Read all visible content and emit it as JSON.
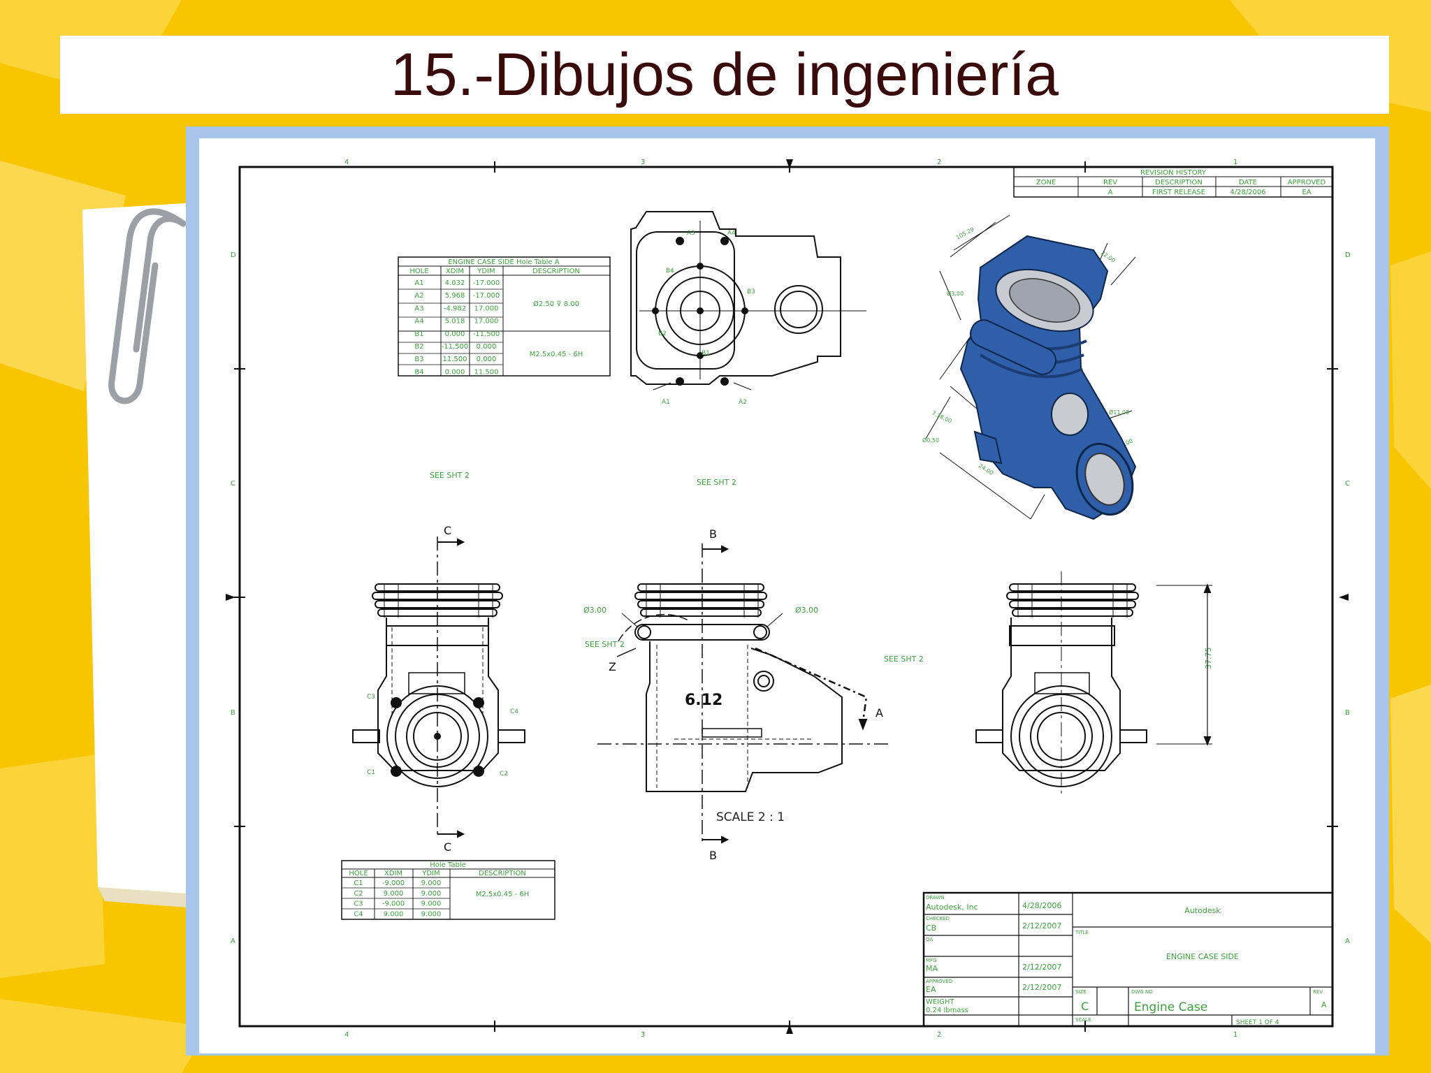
{
  "slide": {
    "title": "15.-Dibujos de ingeniería"
  },
  "colors": {
    "background": "#f7c600",
    "title_text": "#3a0b0b",
    "frame": "#a8c6ec",
    "table_text": "#3f9e3f",
    "part_blue": "#2f5fa8"
  },
  "icons": {
    "paperclip": "paperclip-icon"
  },
  "drawing": {
    "border_cols": [
      "4",
      "3",
      "2",
      "1"
    ],
    "border_rows": [
      "D",
      "C",
      "B",
      "A"
    ],
    "revision_history": {
      "title": "REVISION HISTORY",
      "headers": [
        "ZONE",
        "REV",
        "DESCRIPTION",
        "DATE",
        "APPROVED"
      ],
      "row": [
        "",
        "A",
        "FIRST RELEASE",
        "4/28/2006",
        "EA"
      ]
    },
    "hole_table_a": {
      "title": "ENGINE CASE SIDE Hole Table A",
      "headers": [
        "HOLE",
        "XDIM",
        "YDIM",
        "DESCRIPTION"
      ],
      "rows": [
        [
          "A1",
          "4.032",
          "-17.000"
        ],
        [
          "A2",
          "5.968",
          "-17.000"
        ],
        [
          "A3",
          "-4.982",
          "17.000"
        ],
        [
          "A4",
          "5.018",
          "17.000"
        ],
        [
          "B1",
          "0.000",
          "-11.500"
        ],
        [
          "B2",
          "-11.500",
          "0.000"
        ],
        [
          "B3",
          "11.500",
          "0.000"
        ],
        [
          "B4",
          "0.000",
          "11.500"
        ]
      ],
      "desc_a": "Ø2.50 ⊽ 8.00",
      "desc_b": "M2.5x0.45 - 6H"
    },
    "hole_table": {
      "title": "Hole Table",
      "headers": [
        "HOLE",
        "XDIM",
        "YDIM",
        "DESCRIPTION"
      ],
      "rows": [
        [
          "C1",
          "-9.000",
          "9.000"
        ],
        [
          "C2",
          "9.000",
          "9.000"
        ],
        [
          "C3",
          "-9.000",
          "9.000"
        ],
        [
          "C4",
          "9.000",
          "9.000"
        ]
      ],
      "desc": "M2.5x0.45 - 6H"
    },
    "notes": {
      "see_sht_1": "SEE SHT 2",
      "see_sht_2": "SEE SHT 2",
      "see_sht_3": "SEE SHT 2",
      "see_sht_4": "SEE SHT 2",
      "scale": "SCALE 2 : 1",
      "dim_37": "37.75",
      "dim_phi_left": "Ø3.00",
      "dim_phi_right": "Ø3.00",
      "dim_612": "6.12"
    },
    "section_labels": {
      "c_top": "C",
      "c_bottom": "C",
      "b_top": "B",
      "b_bottom": "B",
      "a": "A",
      "z": "Z"
    },
    "hole_labels": {
      "a1": "A1",
      "a2": "A2",
      "b1": "B1",
      "b2": "B2",
      "b3": "B3",
      "b4": "B4",
      "a3": "A3",
      "a4": "A4",
      "c1": "C1",
      "c2": "C2",
      "c3": "C3",
      "c4": "C4"
    },
    "title_block": {
      "drawn_label": "DRAWN",
      "drawn_by": "Autodesk, Inc",
      "drawn_date": "4/28/2006",
      "checked_label": "CHECKED",
      "checked_by": "CB",
      "checked_date": "2/12/2007",
      "qa_label": "QA",
      "mfg_label": "MFG",
      "mfg_by": "MA",
      "mfg_date": "2/12/2007",
      "approved_label": "APPROVED",
      "approved_by": "EA",
      "approved_date": "2/12/2007",
      "weight_label": "WEIGHT",
      "weight": "0.24 lbmass",
      "company": "Autodesk",
      "title_label": "TITLE",
      "title": "ENGINE CASE SIDE",
      "size_label": "SIZE",
      "size": "C",
      "dwg_label": "DWG NO",
      "dwg_no": "Engine Case",
      "rev_label": "REV",
      "rev": "A",
      "scale_label": "SCALE",
      "sheet": "SHEET 1 OF 4"
    }
  }
}
